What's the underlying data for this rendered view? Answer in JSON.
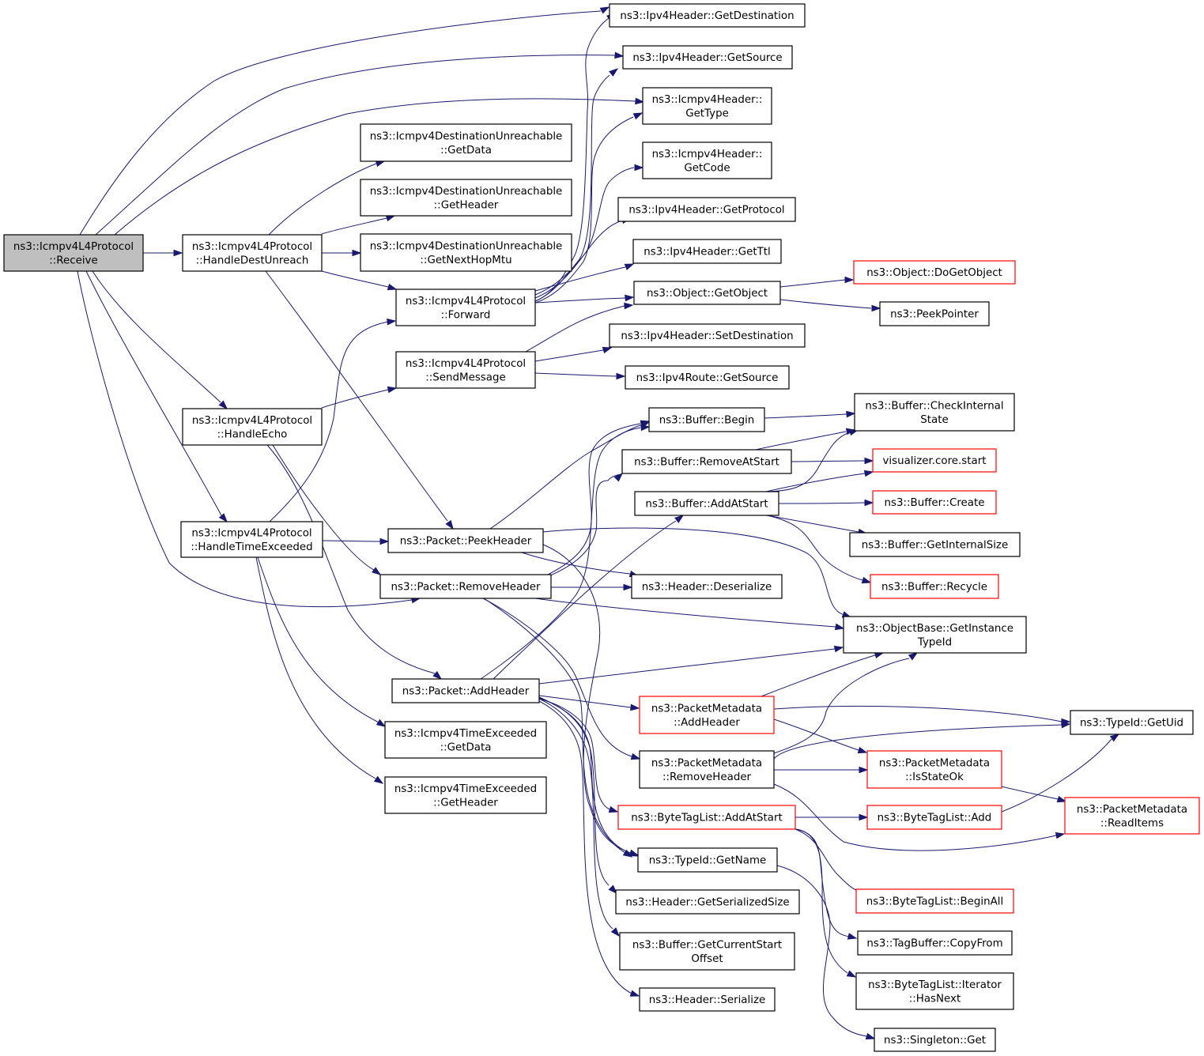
{
  "colors": {
    "edge": "#191970",
    "root_fill": "#bfbfbf",
    "node_border": "#000000",
    "truncated_border": "#ff0000"
  },
  "nodes": [
    {
      "id": "receive",
      "label": [
        "ns3::Icmpv4L4Protocol",
        "::Receive"
      ],
      "root": true
    },
    {
      "id": "handle_dest_unreach",
      "label": [
        "ns3::Icmpv4L4Protocol",
        "::HandleDestUnreach"
      ]
    },
    {
      "id": "handle_echo",
      "label": [
        "ns3::Icmpv4L4Protocol",
        "::HandleEcho"
      ]
    },
    {
      "id": "handle_time_exceeded",
      "label": [
        "ns3::Icmpv4L4Protocol",
        "::HandleTimeExceeded"
      ]
    },
    {
      "id": "ipv4_get_destination",
      "label": [
        "ns3::Ipv4Header::GetDestination"
      ]
    },
    {
      "id": "ipv4_get_source",
      "label": [
        "ns3::Ipv4Header::GetSource"
      ]
    },
    {
      "id": "icmp_get_type",
      "label": [
        "ns3::Icmpv4Header::",
        "GetType"
      ]
    },
    {
      "id": "icmp_get_code",
      "label": [
        "ns3::Icmpv4Header::",
        "GetCode"
      ]
    },
    {
      "id": "ipv4_get_protocol",
      "label": [
        "ns3::Ipv4Header::GetProtocol"
      ]
    },
    {
      "id": "ipv4_get_ttl",
      "label": [
        "ns3::Ipv4Header::GetTtl"
      ]
    },
    {
      "id": "du_get_data",
      "label": [
        "ns3::Icmpv4DestinationUnreachable",
        "::GetData"
      ]
    },
    {
      "id": "du_get_header",
      "label": [
        "ns3::Icmpv4DestinationUnreachable",
        "::GetHeader"
      ]
    },
    {
      "id": "du_get_next_hop_mtu",
      "label": [
        "ns3::Icmpv4DestinationUnreachable",
        "::GetNextHopMtu"
      ]
    },
    {
      "id": "forward",
      "label": [
        "ns3::Icmpv4L4Protocol",
        "::Forward"
      ]
    },
    {
      "id": "send_message",
      "label": [
        "ns3::Icmpv4L4Protocol",
        "::SendMessage"
      ]
    },
    {
      "id": "object_get_object",
      "label": [
        "ns3::Object::GetObject"
      ]
    },
    {
      "id": "object_do_get_object",
      "label": [
        "ns3::Object::DoGetObject"
      ],
      "truncated": true
    },
    {
      "id": "peek_pointer",
      "label": [
        "ns3::PeekPointer"
      ]
    },
    {
      "id": "ipv4_set_destination",
      "label": [
        "ns3::Ipv4Header::SetDestination"
      ]
    },
    {
      "id": "ipv4route_get_source",
      "label": [
        "ns3::Ipv4Route::GetSource"
      ]
    },
    {
      "id": "buffer_begin",
      "label": [
        "ns3::Buffer::Begin"
      ]
    },
    {
      "id": "buffer_check_internal_state",
      "label": [
        "ns3::Buffer::CheckInternal",
        "State"
      ]
    },
    {
      "id": "buffer_remove_at_start",
      "label": [
        "ns3::Buffer::RemoveAtStart"
      ]
    },
    {
      "id": "visualizer_core_start",
      "label": [
        "visualizer.core.start"
      ],
      "truncated": true
    },
    {
      "id": "buffer_add_at_start",
      "label": [
        "ns3::Buffer::AddAtStart"
      ]
    },
    {
      "id": "buffer_create",
      "label": [
        "ns3::Buffer::Create"
      ],
      "truncated": true
    },
    {
      "id": "buffer_get_internal_size",
      "label": [
        "ns3::Buffer::GetInternalSize"
      ]
    },
    {
      "id": "buffer_recycle",
      "label": [
        "ns3::Buffer::Recycle"
      ],
      "truncated": true
    },
    {
      "id": "packet_peek_header",
      "label": [
        "ns3::Packet::PeekHeader"
      ]
    },
    {
      "id": "packet_remove_header",
      "label": [
        "ns3::Packet::RemoveHeader"
      ]
    },
    {
      "id": "header_deserialize",
      "label": [
        "ns3::Header::Deserialize"
      ]
    },
    {
      "id": "objectbase_get_instance_typeid",
      "label": [
        "ns3::ObjectBase::GetInstance",
        "TypeId"
      ]
    },
    {
      "id": "packet_add_header",
      "label": [
        "ns3::Packet::AddHeader"
      ]
    },
    {
      "id": "pm_add_header",
      "label": [
        "ns3::PacketMetadata",
        "::AddHeader"
      ],
      "truncated": true
    },
    {
      "id": "typeid_get_uid",
      "label": [
        "ns3::TypeId::GetUid"
      ]
    },
    {
      "id": "pm_remove_header",
      "label": [
        "ns3::PacketMetadata",
        "::RemoveHeader"
      ]
    },
    {
      "id": "pm_is_state_ok",
      "label": [
        "ns3::PacketMetadata",
        "::IsStateOk"
      ],
      "truncated": true
    },
    {
      "id": "pm_read_items",
      "label": [
        "ns3::PacketMetadata",
        "::ReadItems"
      ],
      "truncated": true
    },
    {
      "id": "te_get_data",
      "label": [
        "ns3::Icmpv4TimeExceeded",
        "::GetData"
      ]
    },
    {
      "id": "te_get_header",
      "label": [
        "ns3::Icmpv4TimeExceeded",
        "::GetHeader"
      ]
    },
    {
      "id": "btl_add_at_start",
      "label": [
        "ns3::ByteTagList::AddAtStart"
      ],
      "truncated": true
    },
    {
      "id": "btl_add",
      "label": [
        "ns3::ByteTagList::Add"
      ],
      "truncated": true
    },
    {
      "id": "typeid_get_name",
      "label": [
        "ns3::TypeId::GetName"
      ]
    },
    {
      "id": "btl_begin_all",
      "label": [
        "ns3::ByteTagList::BeginAll"
      ],
      "truncated": true
    },
    {
      "id": "header_get_serialized_size",
      "label": [
        "ns3::Header::GetSerializedSize"
      ]
    },
    {
      "id": "tagbuffer_copy_from",
      "label": [
        "ns3::TagBuffer::CopyFrom"
      ]
    },
    {
      "id": "buffer_get_current_start_offset",
      "label": [
        "ns3::Buffer::GetCurrentStart",
        "Offset"
      ]
    },
    {
      "id": "btl_iterator_has_next",
      "label": [
        "ns3::ByteTagList::Iterator",
        "::HasNext"
      ]
    },
    {
      "id": "header_serialize",
      "label": [
        "ns3::Header::Serialize"
      ]
    },
    {
      "id": "singleton_get",
      "label": [
        "ns3::Singleton::Get"
      ]
    }
  ],
  "edges": [
    [
      "receive",
      "handle_dest_unreach"
    ],
    [
      "receive",
      "handle_echo"
    ],
    [
      "receive",
      "handle_time_exceeded"
    ],
    [
      "receive",
      "ipv4_get_destination"
    ],
    [
      "receive",
      "ipv4_get_source"
    ],
    [
      "receive",
      "icmp_get_type"
    ],
    [
      "receive",
      "packet_remove_header"
    ],
    [
      "handle_dest_unreach",
      "du_get_data"
    ],
    [
      "handle_dest_unreach",
      "du_get_header"
    ],
    [
      "handle_dest_unreach",
      "du_get_next_hop_mtu"
    ],
    [
      "handle_dest_unreach",
      "forward"
    ],
    [
      "handle_dest_unreach",
      "packet_peek_header"
    ],
    [
      "forward",
      "ipv4_get_destination"
    ],
    [
      "forward",
      "ipv4_get_source"
    ],
    [
      "forward",
      "icmp_get_type"
    ],
    [
      "forward",
      "icmp_get_code"
    ],
    [
      "forward",
      "ipv4_get_protocol"
    ],
    [
      "forward",
      "ipv4_get_ttl"
    ],
    [
      "forward",
      "object_get_object"
    ],
    [
      "object_get_object",
      "object_do_get_object"
    ],
    [
      "object_get_object",
      "peek_pointer"
    ],
    [
      "handle_echo",
      "send_message"
    ],
    [
      "handle_echo",
      "packet_remove_header"
    ],
    [
      "handle_echo",
      "packet_add_header"
    ],
    [
      "send_message",
      "object_get_object"
    ],
    [
      "send_message",
      "ipv4_set_destination"
    ],
    [
      "send_message",
      "ipv4route_get_source"
    ],
    [
      "handle_time_exceeded",
      "forward"
    ],
    [
      "handle_time_exceeded",
      "packet_peek_header"
    ],
    [
      "handle_time_exceeded",
      "te_get_data"
    ],
    [
      "handle_time_exceeded",
      "te_get_header"
    ],
    [
      "packet_peek_header",
      "buffer_begin"
    ],
    [
      "packet_peek_header",
      "header_deserialize"
    ],
    [
      "packet_peek_header",
      "objectbase_get_instance_typeid"
    ],
    [
      "packet_peek_header",
      "typeid_get_name"
    ],
    [
      "packet_remove_header",
      "buffer_begin"
    ],
    [
      "packet_remove_header",
      "buffer_remove_at_start"
    ],
    [
      "packet_remove_header",
      "header_deserialize"
    ],
    [
      "packet_remove_header",
      "objectbase_get_instance_typeid"
    ],
    [
      "packet_remove_header",
      "pm_remove_header"
    ],
    [
      "packet_remove_header",
      "typeid_get_name"
    ],
    [
      "packet_add_header",
      "buffer_begin"
    ],
    [
      "packet_add_header",
      "buffer_add_at_start"
    ],
    [
      "packet_add_header",
      "objectbase_get_instance_typeid"
    ],
    [
      "packet_add_header",
      "pm_add_header"
    ],
    [
      "packet_add_header",
      "btl_add_at_start"
    ],
    [
      "packet_add_header",
      "typeid_get_name"
    ],
    [
      "packet_add_header",
      "header_get_serialized_size"
    ],
    [
      "packet_add_header",
      "buffer_get_current_start_offset"
    ],
    [
      "packet_add_header",
      "header_serialize"
    ],
    [
      "buffer_begin",
      "buffer_check_internal_state"
    ],
    [
      "buffer_remove_at_start",
      "buffer_check_internal_state"
    ],
    [
      "buffer_remove_at_start",
      "visualizer_core_start"
    ],
    [
      "buffer_add_at_start",
      "buffer_check_internal_state"
    ],
    [
      "buffer_add_at_start",
      "visualizer_core_start"
    ],
    [
      "buffer_add_at_start",
      "buffer_create"
    ],
    [
      "buffer_add_at_start",
      "buffer_get_internal_size"
    ],
    [
      "buffer_add_at_start",
      "buffer_recycle"
    ],
    [
      "pm_add_header",
      "objectbase_get_instance_typeid"
    ],
    [
      "pm_add_header",
      "typeid_get_uid"
    ],
    [
      "pm_add_header",
      "pm_is_state_ok"
    ],
    [
      "pm_remove_header",
      "objectbase_get_instance_typeid"
    ],
    [
      "pm_remove_header",
      "typeid_get_uid"
    ],
    [
      "pm_remove_header",
      "pm_is_state_ok"
    ],
    [
      "pm_remove_header",
      "pm_read_items"
    ],
    [
      "pm_is_state_ok",
      "pm_read_items"
    ],
    [
      "btl_add_at_start",
      "btl_add"
    ],
    [
      "btl_add_at_start",
      "btl_begin_all"
    ],
    [
      "btl_add_at_start",
      "tagbuffer_copy_from"
    ],
    [
      "btl_add_at_start",
      "btl_iterator_has_next"
    ],
    [
      "btl_add",
      "typeid_get_uid"
    ],
    [
      "typeid_get_name",
      "singleton_get"
    ]
  ]
}
